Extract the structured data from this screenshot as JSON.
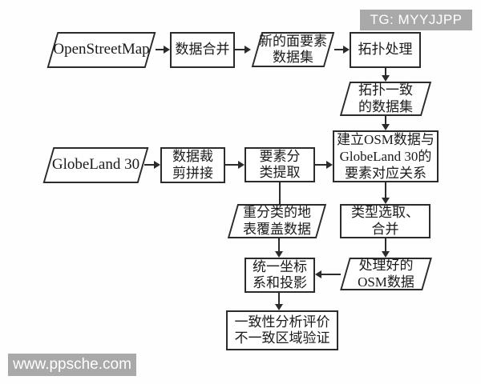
{
  "overlays": {
    "tg_badge": "TG: MYYJJPP",
    "watermark": "www.ppsche.com"
  },
  "colors": {
    "line": "#2b2b2b",
    "badge_bg": "#a9a9a9",
    "background": "#fefefe"
  },
  "nodes": {
    "openstreetmap": {
      "shape": "parallelogram",
      "lines": [
        "OpenStreetMap"
      ]
    },
    "data_merge": {
      "shape": "rect",
      "lines": [
        "数据合并"
      ]
    },
    "new_polygon_dataset": {
      "shape": "parallelogram",
      "lines": [
        "新的面要素",
        "数据集"
      ]
    },
    "topology_processing": {
      "shape": "rect",
      "lines": [
        "拓扑处理"
      ]
    },
    "topology_consistent": {
      "shape": "parallelogram",
      "lines": [
        "拓扑一致",
        "的数据集"
      ]
    },
    "globeland30": {
      "shape": "parallelogram",
      "lines": [
        "GlobeLand 30"
      ]
    },
    "data_clip_mosaic": {
      "shape": "rect",
      "lines": [
        "数据裁",
        "剪拼接"
      ]
    },
    "feature_extraction": {
      "shape": "rect",
      "lines": [
        "要素分",
        "类提取"
      ]
    },
    "build_correspondence": {
      "shape": "rect",
      "lines": [
        "建立OSM数据与",
        "GlobeLand 30的",
        "要素对应关系"
      ]
    },
    "reclassified_cover": {
      "shape": "parallelogram",
      "lines": [
        "重分类的地",
        "表覆盖数据"
      ]
    },
    "type_select_merge": {
      "shape": "rect",
      "lines": [
        "类型选取、",
        "合并"
      ]
    },
    "processed_osm": {
      "shape": "parallelogram",
      "lines": [
        "处理好的",
        "OSM数据"
      ]
    },
    "unify_crs": {
      "shape": "rect",
      "lines": [
        "统一坐标",
        "系和投影"
      ]
    },
    "consistency_analysis": {
      "shape": "rect",
      "lines": [
        "一致性分析评价",
        "不一致区域验证"
      ]
    }
  }
}
